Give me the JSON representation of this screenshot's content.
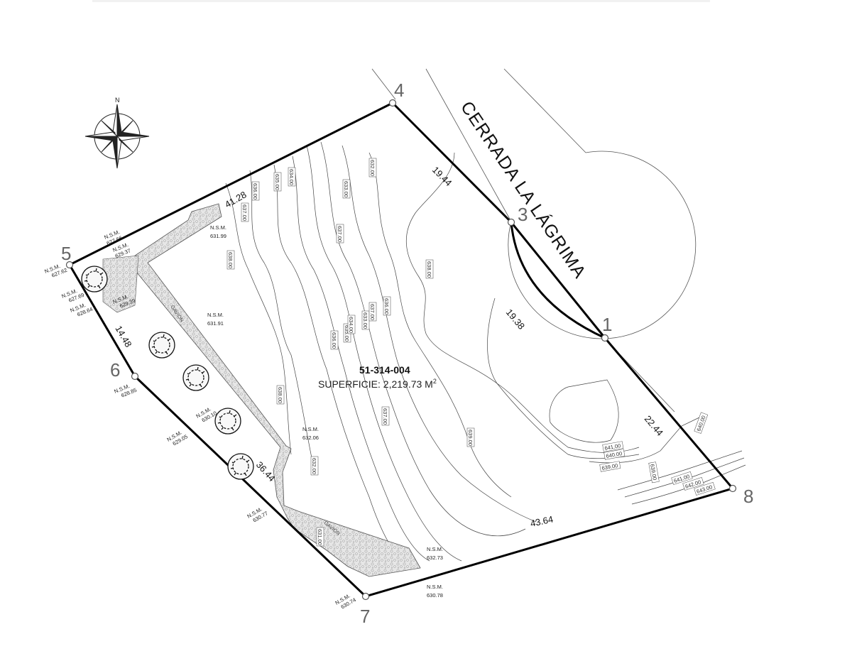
{
  "lot": {
    "id": "51-314-004",
    "area_label": "SUPERFICIE: 2,219.73 M",
    "area_sup": "2"
  },
  "street": {
    "name": "CERRADA LA LÁGRIMA"
  },
  "compass": {
    "north_label": "N"
  },
  "vertices": [
    {
      "label": "1"
    },
    {
      "label": "3"
    },
    {
      "label": "4"
    },
    {
      "label": "5"
    },
    {
      "label": "6"
    },
    {
      "label": "7"
    },
    {
      "label": "8"
    }
  ],
  "dimensions": [
    "19.44",
    "19.38",
    "22.44",
    "43.64",
    "36.44",
    "14.48",
    "41.28"
  ],
  "nsm_label": "N.S.M.",
  "nsm_values": [
    "627.66",
    "629.37",
    "627.62",
    "627.69",
    "628.64",
    "629.39",
    "631.99",
    "631.91",
    "628.85",
    "630.10",
    "629.05",
    "632.06",
    "630.77",
    "632.73",
    "630.78",
    "630.74"
  ],
  "gavion_label": "GAVION",
  "contours": [
    "638.00",
    "637.00",
    "636.00",
    "635.00",
    "634.00",
    "633.00",
    "632.00",
    "637.00",
    "636.00",
    "635.00",
    "634.00",
    "633.00",
    "637.00",
    "636.00",
    "638.00",
    "639.00",
    "638.00",
    "632.00",
    "631.00",
    "637.00",
    "641.00",
    "640.00",
    "639.00",
    "639.00",
    "640.00",
    "641.00",
    "642.00",
    "643.00"
  ]
}
